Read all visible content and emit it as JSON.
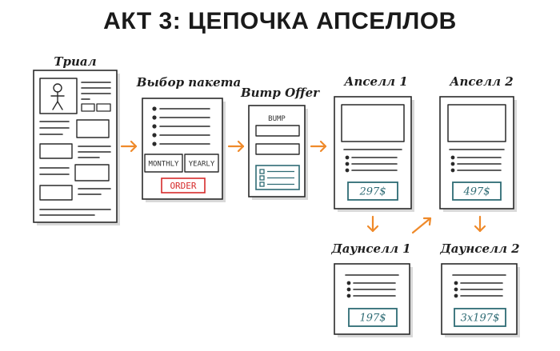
{
  "title": "АКТ 3: ЦЕПОЧКА АПСЕЛЛОВ",
  "steps": {
    "trial": {
      "label": "Триал"
    },
    "package": {
      "label": "Выбор пакета",
      "monthly": "MONTHLY",
      "yearly": "YEARLY",
      "order": "ORDER"
    },
    "bump": {
      "label": "Bump Offer",
      "bump_tag": "BUMP"
    },
    "upsell1": {
      "label": "Апселл 1",
      "price": "297$"
    },
    "upsell2": {
      "label": "Апселл 2",
      "price": "497$"
    },
    "downsell1": {
      "label": "Даунселл 1",
      "price": "197$"
    },
    "downsell2": {
      "label": "Даунселл 2",
      "price": "3x197$"
    }
  },
  "colors": {
    "arrow": "#ef8a2a",
    "order": "#d62b2b",
    "price": "#2e6b74",
    "form_accent": "#2e6b74"
  }
}
